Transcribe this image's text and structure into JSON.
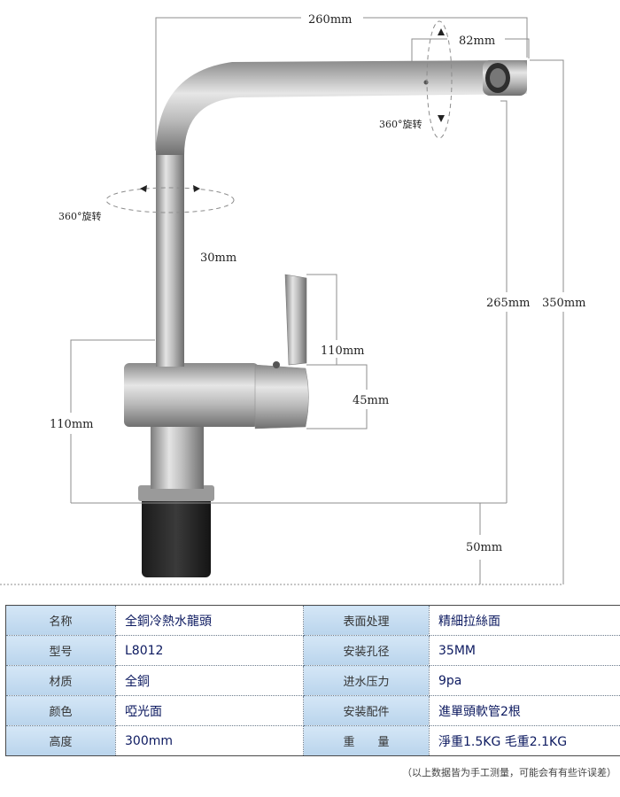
{
  "dimensions": {
    "width_total": "260mm",
    "spout_end": "82mm",
    "pipe_diameter": "30mm",
    "handle_height": "110mm",
    "body_diameter": "45mm",
    "body_height": "110mm",
    "spout_height": "265mm",
    "total_height": "350mm",
    "shank_length": "50mm"
  },
  "rotation_labels": {
    "spout_rotation": "360°旋转",
    "aerator_rotation": "360°旋转"
  },
  "spec_table": {
    "rows": [
      {
        "label1": "名称",
        "value1": "全銅冷熱水龍頭",
        "label2": "表面处理",
        "value2": "精細拉絲面"
      },
      {
        "label1": "型号",
        "value1": "L8012",
        "label2": "安装孔径",
        "value2": "35MM"
      },
      {
        "label1": "材质",
        "value1": "全銅",
        "label2": "进水压力",
        "value2": "9pa"
      },
      {
        "label1": "颜色",
        "value1": "啞光面",
        "label2": "安装配件",
        "value2": "進單頭軟管2根"
      },
      {
        "label1": "高度",
        "value1": "300mm",
        "label2": "重　　量",
        "value2": "淨重1.5KG 毛重2.1KG"
      }
    ]
  },
  "footnote": "（以上数据皆为手工测量，可能会有有些许误差）",
  "colors": {
    "label_bg": "#c6ddf1",
    "value_text": "#0d1a60",
    "dimension_line": "#8c8c8c"
  }
}
